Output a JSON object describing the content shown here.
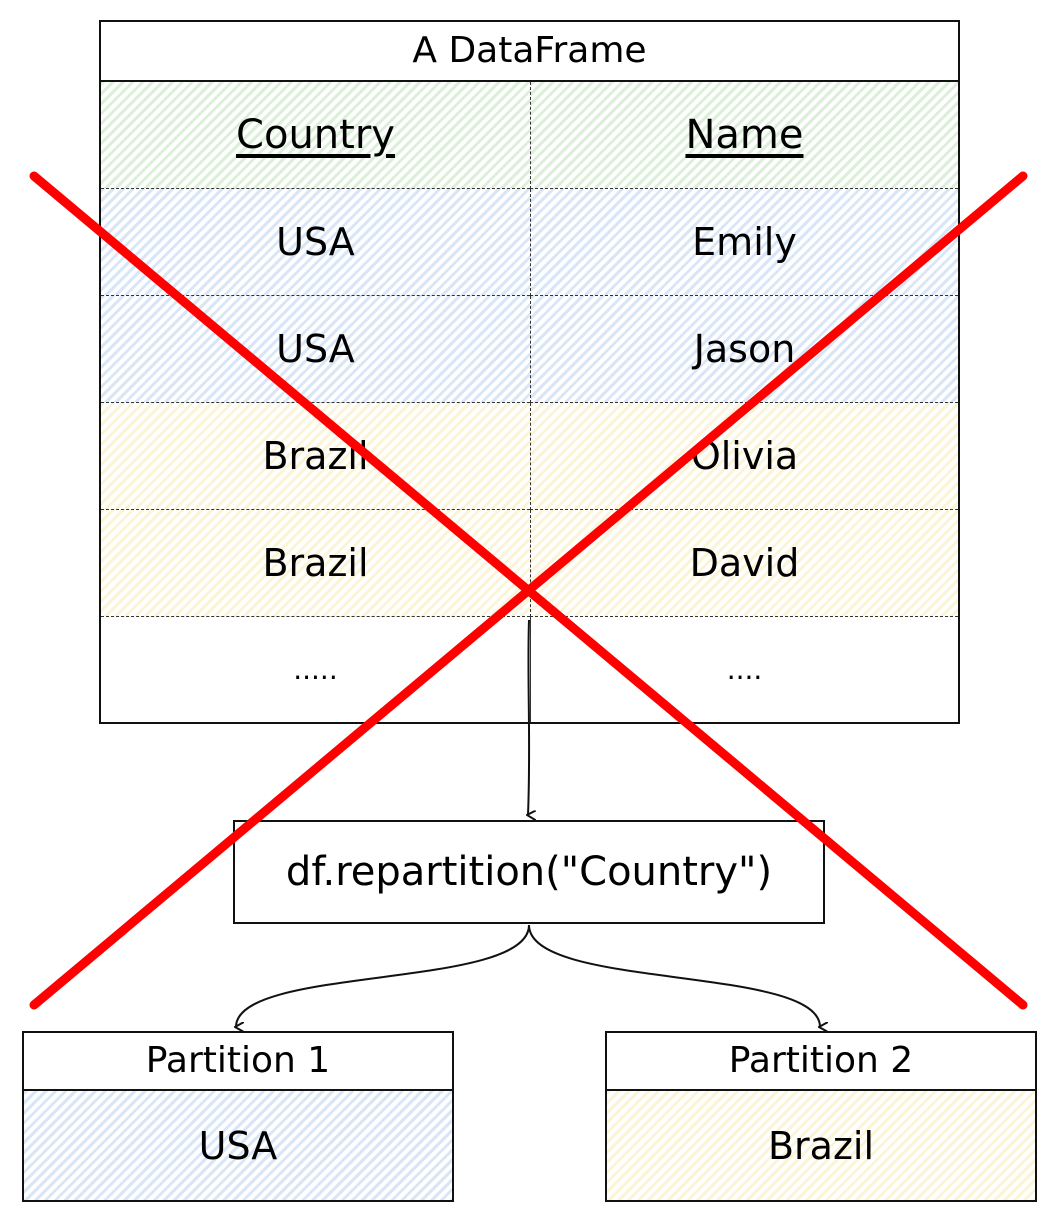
{
  "dataframe": {
    "title": "A DataFrame",
    "headers": [
      "Country",
      "Name"
    ],
    "rows": [
      [
        "USA",
        "Emily"
      ],
      [
        "USA",
        "Jason"
      ],
      [
        "Brazil",
        "Olivia"
      ],
      [
        "Brazil",
        "David"
      ],
      [
        ".....",
        "...."
      ]
    ]
  },
  "operation": "df.repartition(\"Country\")",
  "partitions": [
    {
      "title": "Partition 1",
      "value": "USA"
    },
    {
      "title": "Partition 2",
      "value": "Brazil"
    }
  ],
  "colors": {
    "header_fill": "#dcefd8",
    "usa_fill": "#d8e6f8",
    "brazil_fill": "#fbf4d6",
    "cross": "#ff0000",
    "stroke": "#111111"
  }
}
